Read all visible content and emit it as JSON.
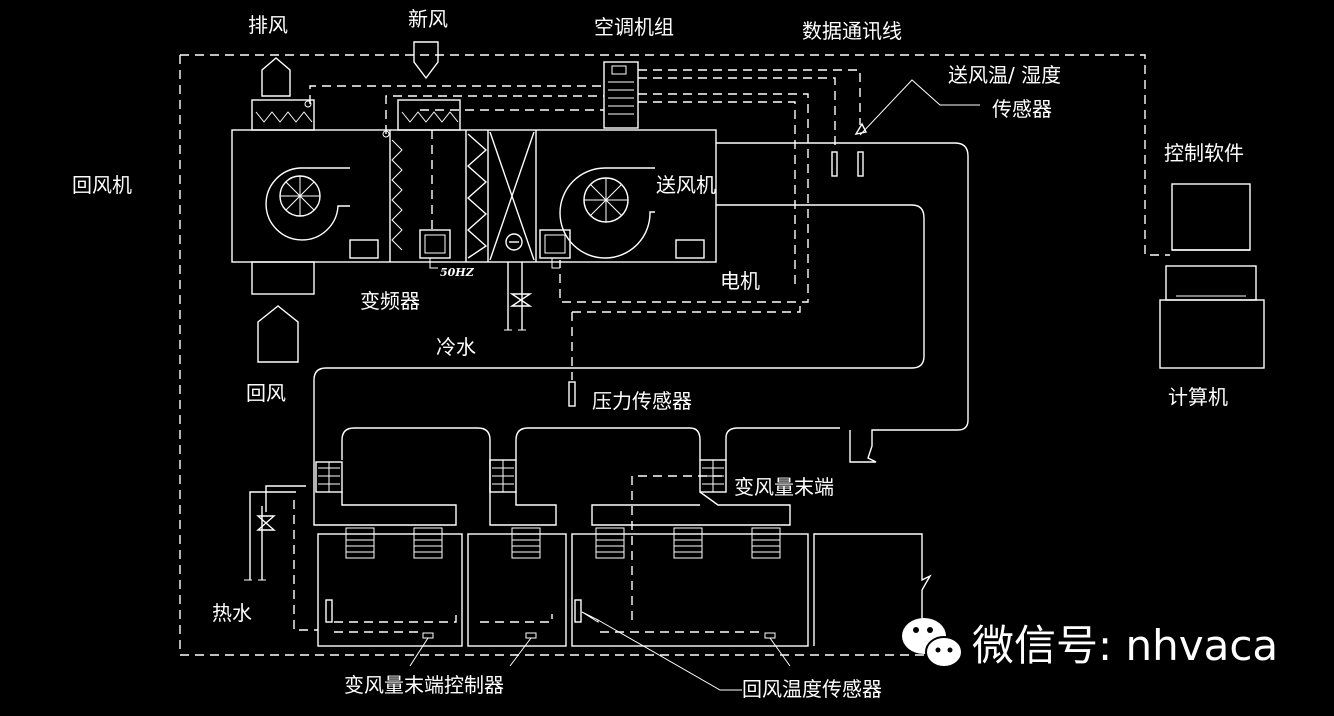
{
  "labels": {
    "exhaust": "排风",
    "fresh_air": "新风",
    "ahu": "空调机组",
    "data_line": "数据通讯线",
    "supply_th_sensor_1": "送风温/ 湿度",
    "supply_th_sensor_2": "传感器",
    "return_fan": "回风机",
    "supply_fan": "送风机",
    "control_software": "控制软件",
    "inverter": "变频器",
    "motor": "电机",
    "freq": "50HZ",
    "chilled_water": "冷水",
    "return_air": "回风",
    "pressure_sensor": "压力传感器",
    "computer": "计算机",
    "vav_terminal": "变风量末端",
    "hot_water": "热水",
    "vav_controller": "变风量末端控制器",
    "return_temp_sensor": "回风温度传感器"
  },
  "watermark": {
    "text": "微信号: nhvaca",
    "icon": "wechat-icon"
  },
  "colors": {
    "background": "#000000",
    "line": "#ffffff"
  }
}
